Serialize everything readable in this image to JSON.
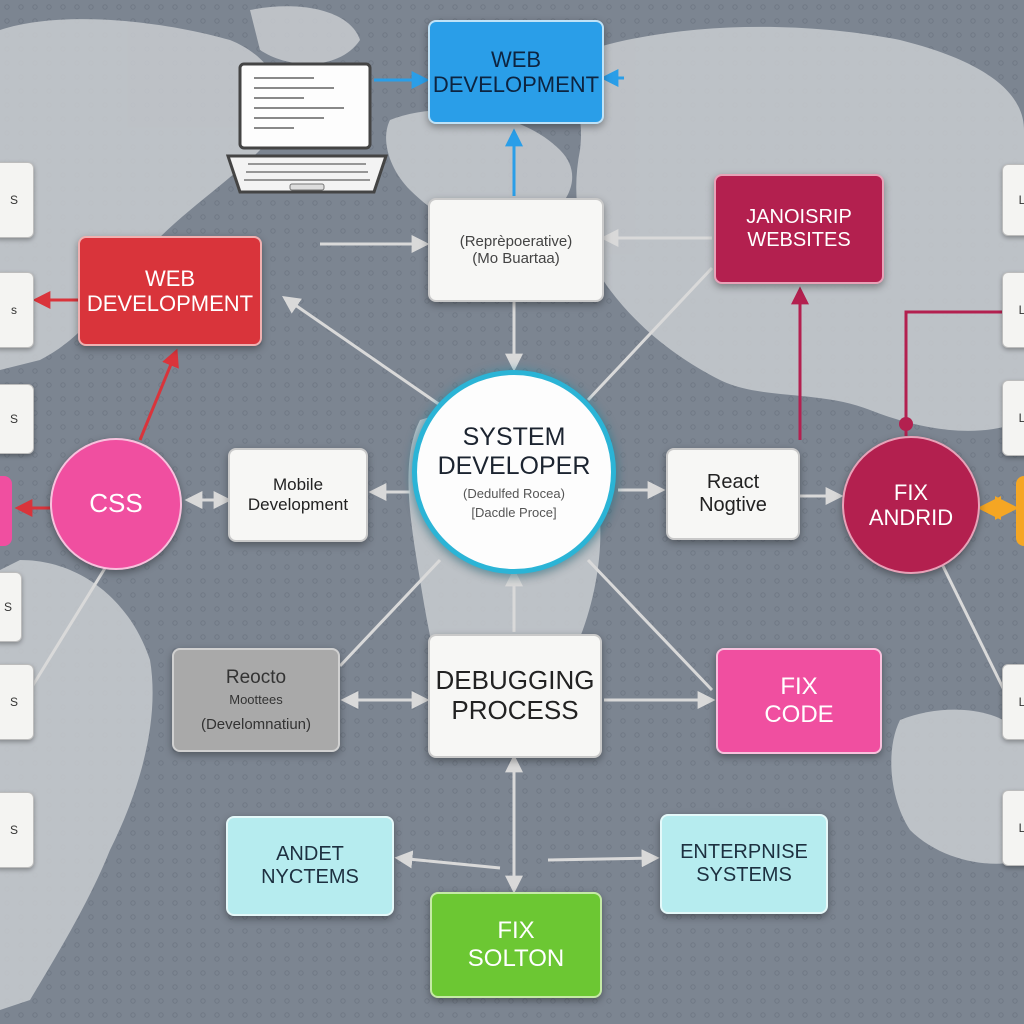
{
  "colors": {
    "background": "#7c8591",
    "connector": "#d9d9d9",
    "blue_arrow": "#2a9ee8",
    "red_arrow": "#d9343b",
    "crimson_arrow": "#b3204f",
    "orange_arrow": "#f5a623",
    "center_ring": "#2bb4d6"
  },
  "nodes": {
    "web_development_top": {
      "line1": "WEB",
      "line2": "DEVELOPMENT"
    },
    "web_development_left": {
      "line1": "WEB",
      "line2": "DEVELOPMENT"
    },
    "representative": {
      "line1": "(Reprèpoerative)",
      "line2": "(Mo Buartaa)"
    },
    "websites": {
      "line1": "JANOISRIP",
      "line2": "WEBSITES"
    },
    "css": {
      "label": "CSS"
    },
    "mobile_development": {
      "line1": "Mobile",
      "line2": "Development"
    },
    "system_developer": {
      "line1": "SYSTEM",
      "line2": "DEVELOPER",
      "line3": "(Dedulfed Rocea)",
      "line4": "[Dacdle Proce]"
    },
    "react_native": {
      "line1": "React",
      "line2": "Nogtive"
    },
    "fix_android": {
      "line1": "FIX",
      "line2": "ANDRID"
    },
    "reocto_development": {
      "line1": "Reocto",
      "line2": "Moottees",
      "line3": "(Develomnatiun)"
    },
    "debugging_process": {
      "line1": "DEBUGGING",
      "line2": "PROCESS"
    },
    "fix_code": {
      "line1": "FIX",
      "line2": "CODE"
    },
    "andet_systems": {
      "line1": "ANDET",
      "line2": "NYCTEMS"
    },
    "enterprise_systems": {
      "line1": "ENTERPNISE",
      "line2": "SYSTEMS"
    },
    "fix_solution": {
      "line1": "FIX",
      "line2": "SOLTON"
    }
  },
  "edge_cards_left": [
    {
      "text": "S"
    },
    {
      "text": "s"
    },
    {
      "text": "S"
    },
    {
      "text": "S"
    },
    {
      "text": "S"
    },
    {
      "text": "S"
    }
  ],
  "edge_cards_right": [
    {
      "text": "L"
    },
    {
      "text": "L"
    },
    {
      "text": "L"
    },
    {
      "text": "L"
    },
    {
      "text": "L"
    }
  ]
}
